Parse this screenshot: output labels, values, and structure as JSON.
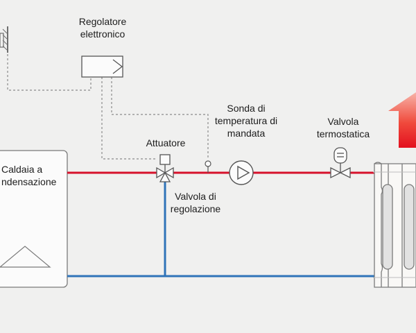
{
  "labels": {
    "regolatore": "Regolatore\nelettronico",
    "sonda": "Sonda di\ntemperatura di\nmandata",
    "attuatore": "Attuatore",
    "valvola_termostatica": "Valvola\ntermostatica",
    "caldaia": "Caldaia a\nndensazione",
    "valvola_regolazione": "Valvola di\nregolazione"
  },
  "colors": {
    "background": "#f0f0ef",
    "supply_pipe": "#d6112b",
    "return_pipe": "#2f73b8",
    "signal_wire": "#8a8a8a",
    "outline": "#7a7a7a",
    "heat_arrow": "#e8202f"
  },
  "icons": [
    "wall-sensor-icon",
    "controller-icon",
    "temperature-probe-icon",
    "actuator-icon",
    "mixing-valve-icon",
    "pump-icon",
    "thermostatic-valve-icon",
    "radiator-icon",
    "heat-arrow-icon",
    "boiler-icon"
  ]
}
